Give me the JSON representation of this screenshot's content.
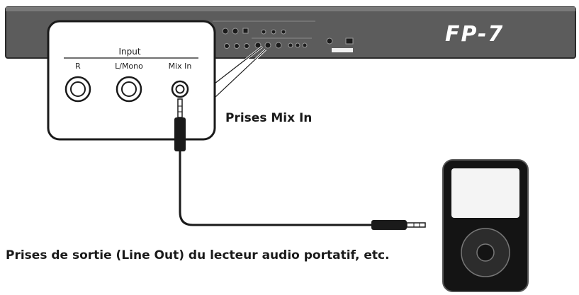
{
  "instrument": {
    "model": "FP-7",
    "panel_color": "#5c5c5c",
    "panel_edge": "#2a2a2a"
  },
  "zoom_box": {
    "group_label": "Input",
    "jacks": [
      {
        "label": "R"
      },
      {
        "label": "L/Mono"
      },
      {
        "label": "Mix In"
      }
    ]
  },
  "callout": "Prises Mix In",
  "source_caption": "Prises de sortie (Line Out) du lecteur audio portatif, etc.",
  "player": {
    "screen_color": "#f4f4f4",
    "body_color": "#141414"
  },
  "colors": {
    "text": "#1a1a1a",
    "cable": "#1a1a1a",
    "panel": "#5c5c5c"
  }
}
